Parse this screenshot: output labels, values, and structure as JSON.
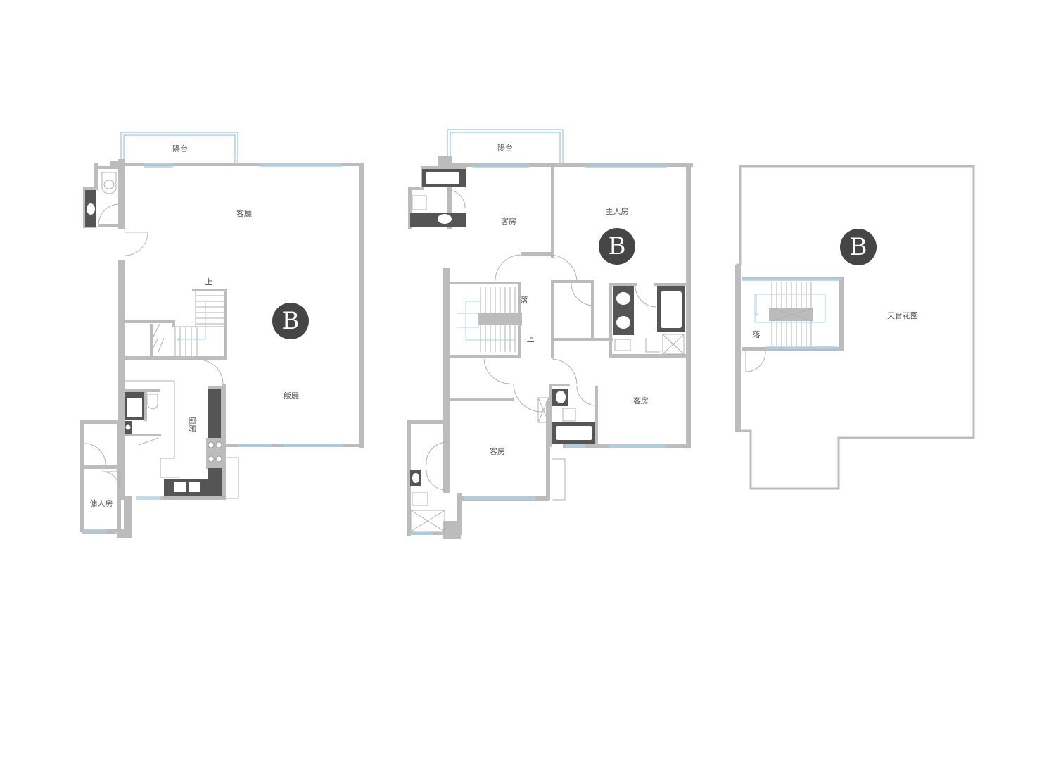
{
  "plans": {
    "first": {
      "balcony": "陽台",
      "living_room": "客廳",
      "dining_room": "飯廳",
      "kitchen": "廚房",
      "maid_room": "傭人房",
      "stair_up": "上",
      "unit": "B"
    },
    "second": {
      "balcony": "陽台",
      "guest_room_1": "客房",
      "master_room": "主人房",
      "guest_room_2": "客房",
      "guest_room_3": "客房",
      "stair_down": "落",
      "stair_up": "上",
      "unit": "B"
    },
    "roof": {
      "roof_garden": "天台花園",
      "stair_down": "落",
      "unit": "B"
    }
  },
  "colors": {
    "wall": "#bcbcbc",
    "window": "#a9d3ea",
    "fixture": "#555555",
    "badge": "#454545"
  }
}
